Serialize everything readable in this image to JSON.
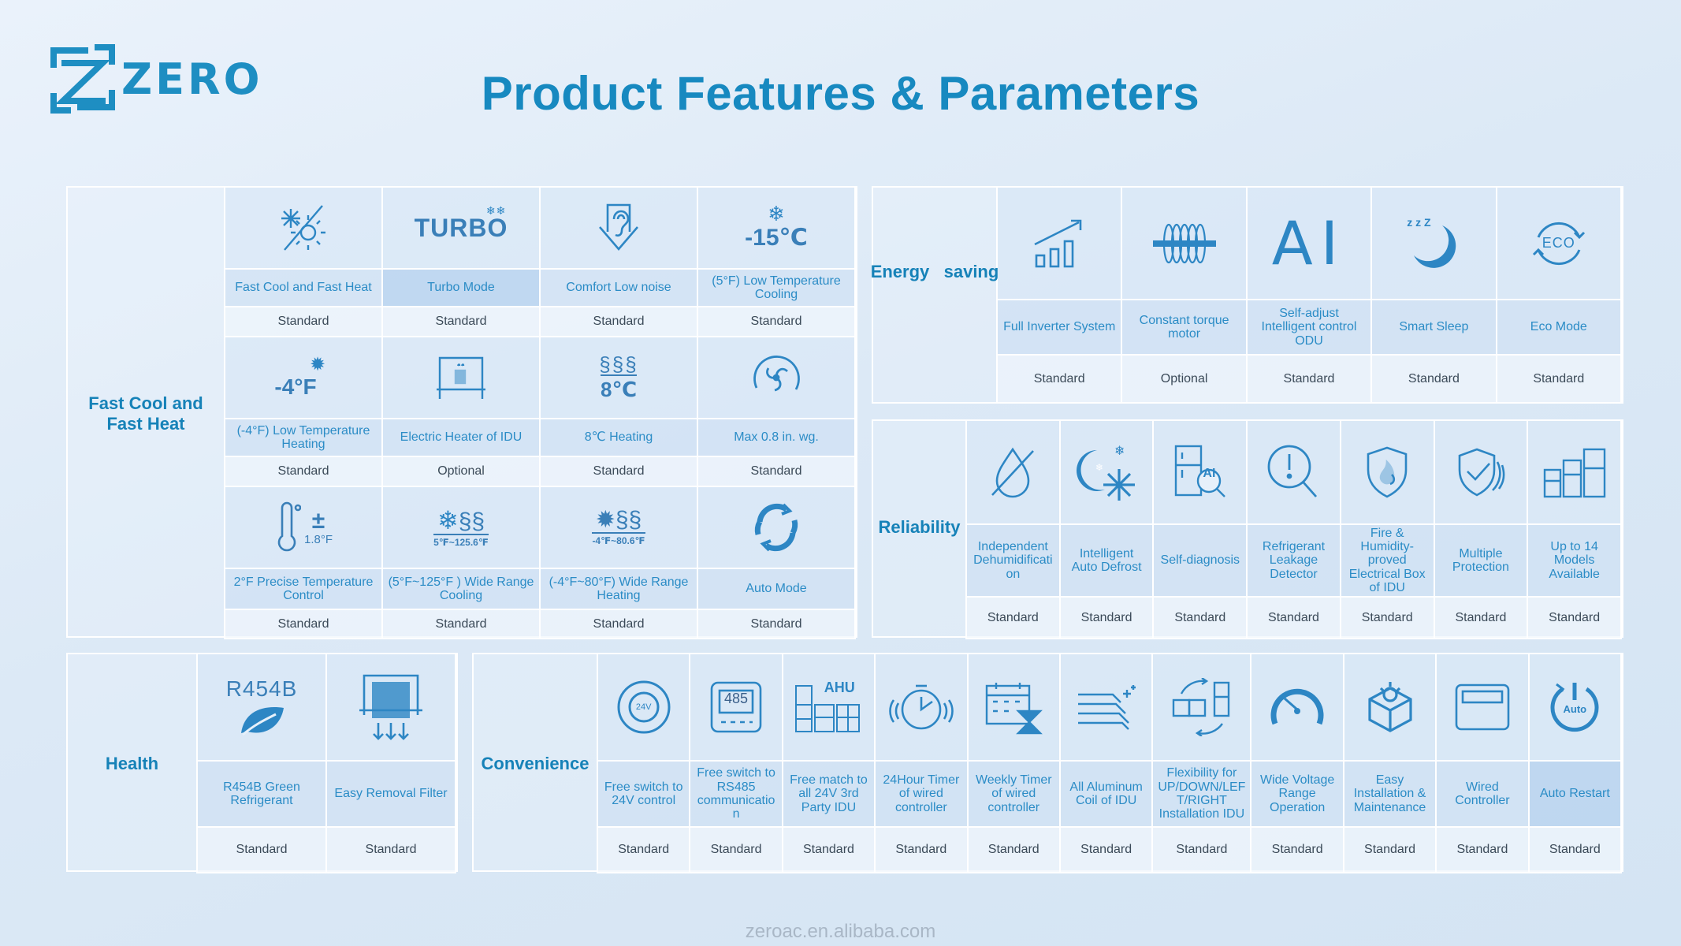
{
  "header": {
    "brand": "ZERO",
    "title": "Product Features & Parameters",
    "footer": "zeroac.en.alibaba.com"
  },
  "colors": {
    "accent": "#1789c0",
    "icon": "#2d86c4",
    "text_dark": "#3b4a58"
  },
  "fast": {
    "category": "Fast Cool and Fast Heat",
    "icon_texts": {
      "turbo": "TURBO",
      "minus15": "-15℃",
      "minus4": "-4°F",
      "eight_c": "8℃",
      "precise_temp": "1.8°F",
      "wide_cool": "5℉~125.6℉",
      "wide_heat": "-4℉~80.6℉"
    },
    "items": [
      {
        "icon": "sun-snow-icon",
        "name": "Fast Cool and Fast Heat",
        "value": "Standard"
      },
      {
        "icon": "turbo-icon",
        "name": "Turbo Mode",
        "value": "Standard"
      },
      {
        "icon": "ear-quiet-icon",
        "name": "Comfort Low noise",
        "value": "Standard"
      },
      {
        "icon": "low-temp-cooling-icon",
        "name": "(5°F) Low Temperature Cooling",
        "value": "Standard"
      },
      {
        "icon": "low-temp-heating-icon",
        "name": "(-4°F) Low Temperature Heating",
        "value": "Standard"
      },
      {
        "icon": "electric-heater-icon",
        "name": "Electric Heater of IDU",
        "value": "Optional"
      },
      {
        "icon": "eight-degree-heating-icon",
        "name": "8℃ Heating",
        "value": "Standard"
      },
      {
        "icon": "fan-pressure-icon",
        "name": "Max 0.8 in. wg.",
        "value": "Standard"
      },
      {
        "icon": "thermometer-icon",
        "name": "2°F Precise Temperature Control",
        "value": "Standard"
      },
      {
        "icon": "wide-range-cooling-icon",
        "name": "(5°F~125°F ) Wide Range Cooling",
        "value": "Standard"
      },
      {
        "icon": "wide-range-heating-icon",
        "name": "(-4°F~80°F) Wide Range Heating",
        "value": "Standard"
      },
      {
        "icon": "auto-mode-icon",
        "name": "Auto Mode",
        "value": "Standard"
      }
    ]
  },
  "energy": {
    "category": "Energy   saving",
    "items": [
      {
        "icon": "inverter-chart-icon",
        "name": "Full Inverter System",
        "value": "Standard"
      },
      {
        "icon": "motor-icon",
        "name": "Constant torque motor",
        "value": "Optional"
      },
      {
        "icon": "ai-icon",
        "name": "Self-adjust Intelligent control ODU",
        "value": "Standard"
      },
      {
        "icon": "moon-sleep-icon",
        "name": "Smart Sleep",
        "value": "Standard"
      },
      {
        "icon": "eco-icon",
        "name": "Eco Mode",
        "value": "Standard"
      }
    ],
    "icon_texts": {
      "ai": "AI",
      "sleep": "z z Z",
      "eco": "ECO"
    }
  },
  "reliability": {
    "category": "Reliability",
    "items": [
      {
        "icon": "dehumidification-icon",
        "name": "Independent Dehumidificati on",
        "value": "Standard"
      },
      {
        "icon": "auto-defrost-icon",
        "name": "Intelligent Auto Defrost",
        "value": "Standard"
      },
      {
        "icon": "self-diagnosis-icon",
        "name": "Self-diagnosis",
        "value": "Standard"
      },
      {
        "icon": "leakage-detector-icon",
        "name": "Refrigerant Leakage Detector",
        "value": "Standard"
      },
      {
        "icon": "fire-shield-icon",
        "name": "Fire & Humidity-proved Electrical Box of IDU",
        "value": "Standard"
      },
      {
        "icon": "protection-shield-icon",
        "name": "Multiple Protection",
        "value": "Standard"
      },
      {
        "icon": "models-icon",
        "name": "Up to 14 Models Available",
        "value": "Standard"
      }
    ],
    "icon_texts": {
      "ai": "AI"
    }
  },
  "health": {
    "category": "Health",
    "items": [
      {
        "icon": "leaf-icon",
        "name": "R454B Green Refrigerant",
        "value": "Standard"
      },
      {
        "icon": "filter-icon",
        "name": "Easy Removal Filter",
        "value": "Standard"
      }
    ],
    "icon_texts": {
      "r454b": "R454B"
    }
  },
  "convenience": {
    "category": "Convenience",
    "items": [
      {
        "icon": "switch-24v-icon",
        "name": "Free switch to 24V control",
        "value": "Standard"
      },
      {
        "icon": "rs485-icon",
        "name": "Free switch to RS485 communicatio n",
        "value": "Standard"
      },
      {
        "icon": "ahu-icon",
        "name": "Free match to all 24V 3rd Party IDU",
        "value": "Standard"
      },
      {
        "icon": "timer-24h-icon",
        "name": "24Hour Timer of wired controller",
        "value": "Standard"
      },
      {
        "icon": "weekly-timer-icon",
        "name": "Weekly Timer of wired controller",
        "value": "Standard"
      },
      {
        "icon": "aluminum-coil-icon",
        "name": "All Aluminum Coil of IDU",
        "value": "Standard"
      },
      {
        "icon": "flexible-install-icon",
        "name": "Flexibility for UP/DOWN/LEF T/RIGHT Installation IDU",
        "value": "Standard"
      },
      {
        "icon": "voltage-gauge-icon",
        "name": "Wide Voltage Range Operation",
        "value": "Standard"
      },
      {
        "icon": "gear-box-icon",
        "name": "Easy Installation & Maintenance",
        "value": "Standard"
      },
      {
        "icon": "wired-controller-icon",
        "name": "Wired Controller",
        "value": "Standard"
      },
      {
        "icon": "auto-restart-icon",
        "name": "Auto Restart",
        "value": "Standard"
      }
    ],
    "icon_texts": {
      "v24": "24V",
      "rs485": "485",
      "ahu": "AHU",
      "auto": "Auto"
    }
  }
}
